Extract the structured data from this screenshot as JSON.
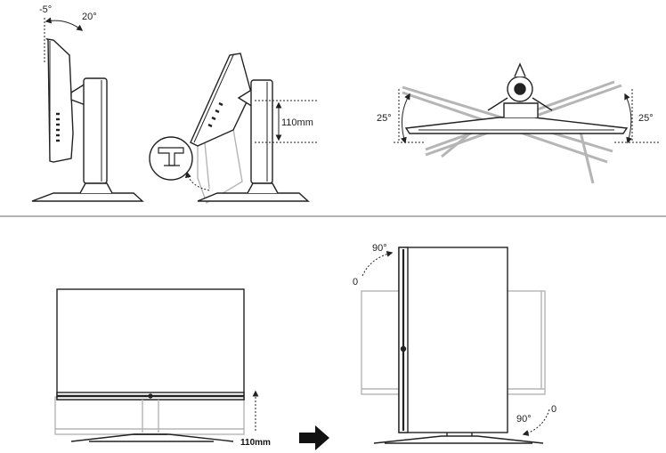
{
  "tilt": {
    "back_angle": "-5°",
    "forward_angle": "20°"
  },
  "height_side": {
    "value": "110mm"
  },
  "swivel": {
    "left_angle": "25°",
    "right_angle": "25°"
  },
  "height_front": {
    "value": "110mm"
  },
  "pivot": {
    "top_end": "90°",
    "top_start": "0",
    "bottom_end": "90°",
    "bottom_start": "0"
  },
  "colors": {
    "line": "#222222",
    "ghost": "#b5b5b5",
    "divider": "#9a9a9a"
  }
}
